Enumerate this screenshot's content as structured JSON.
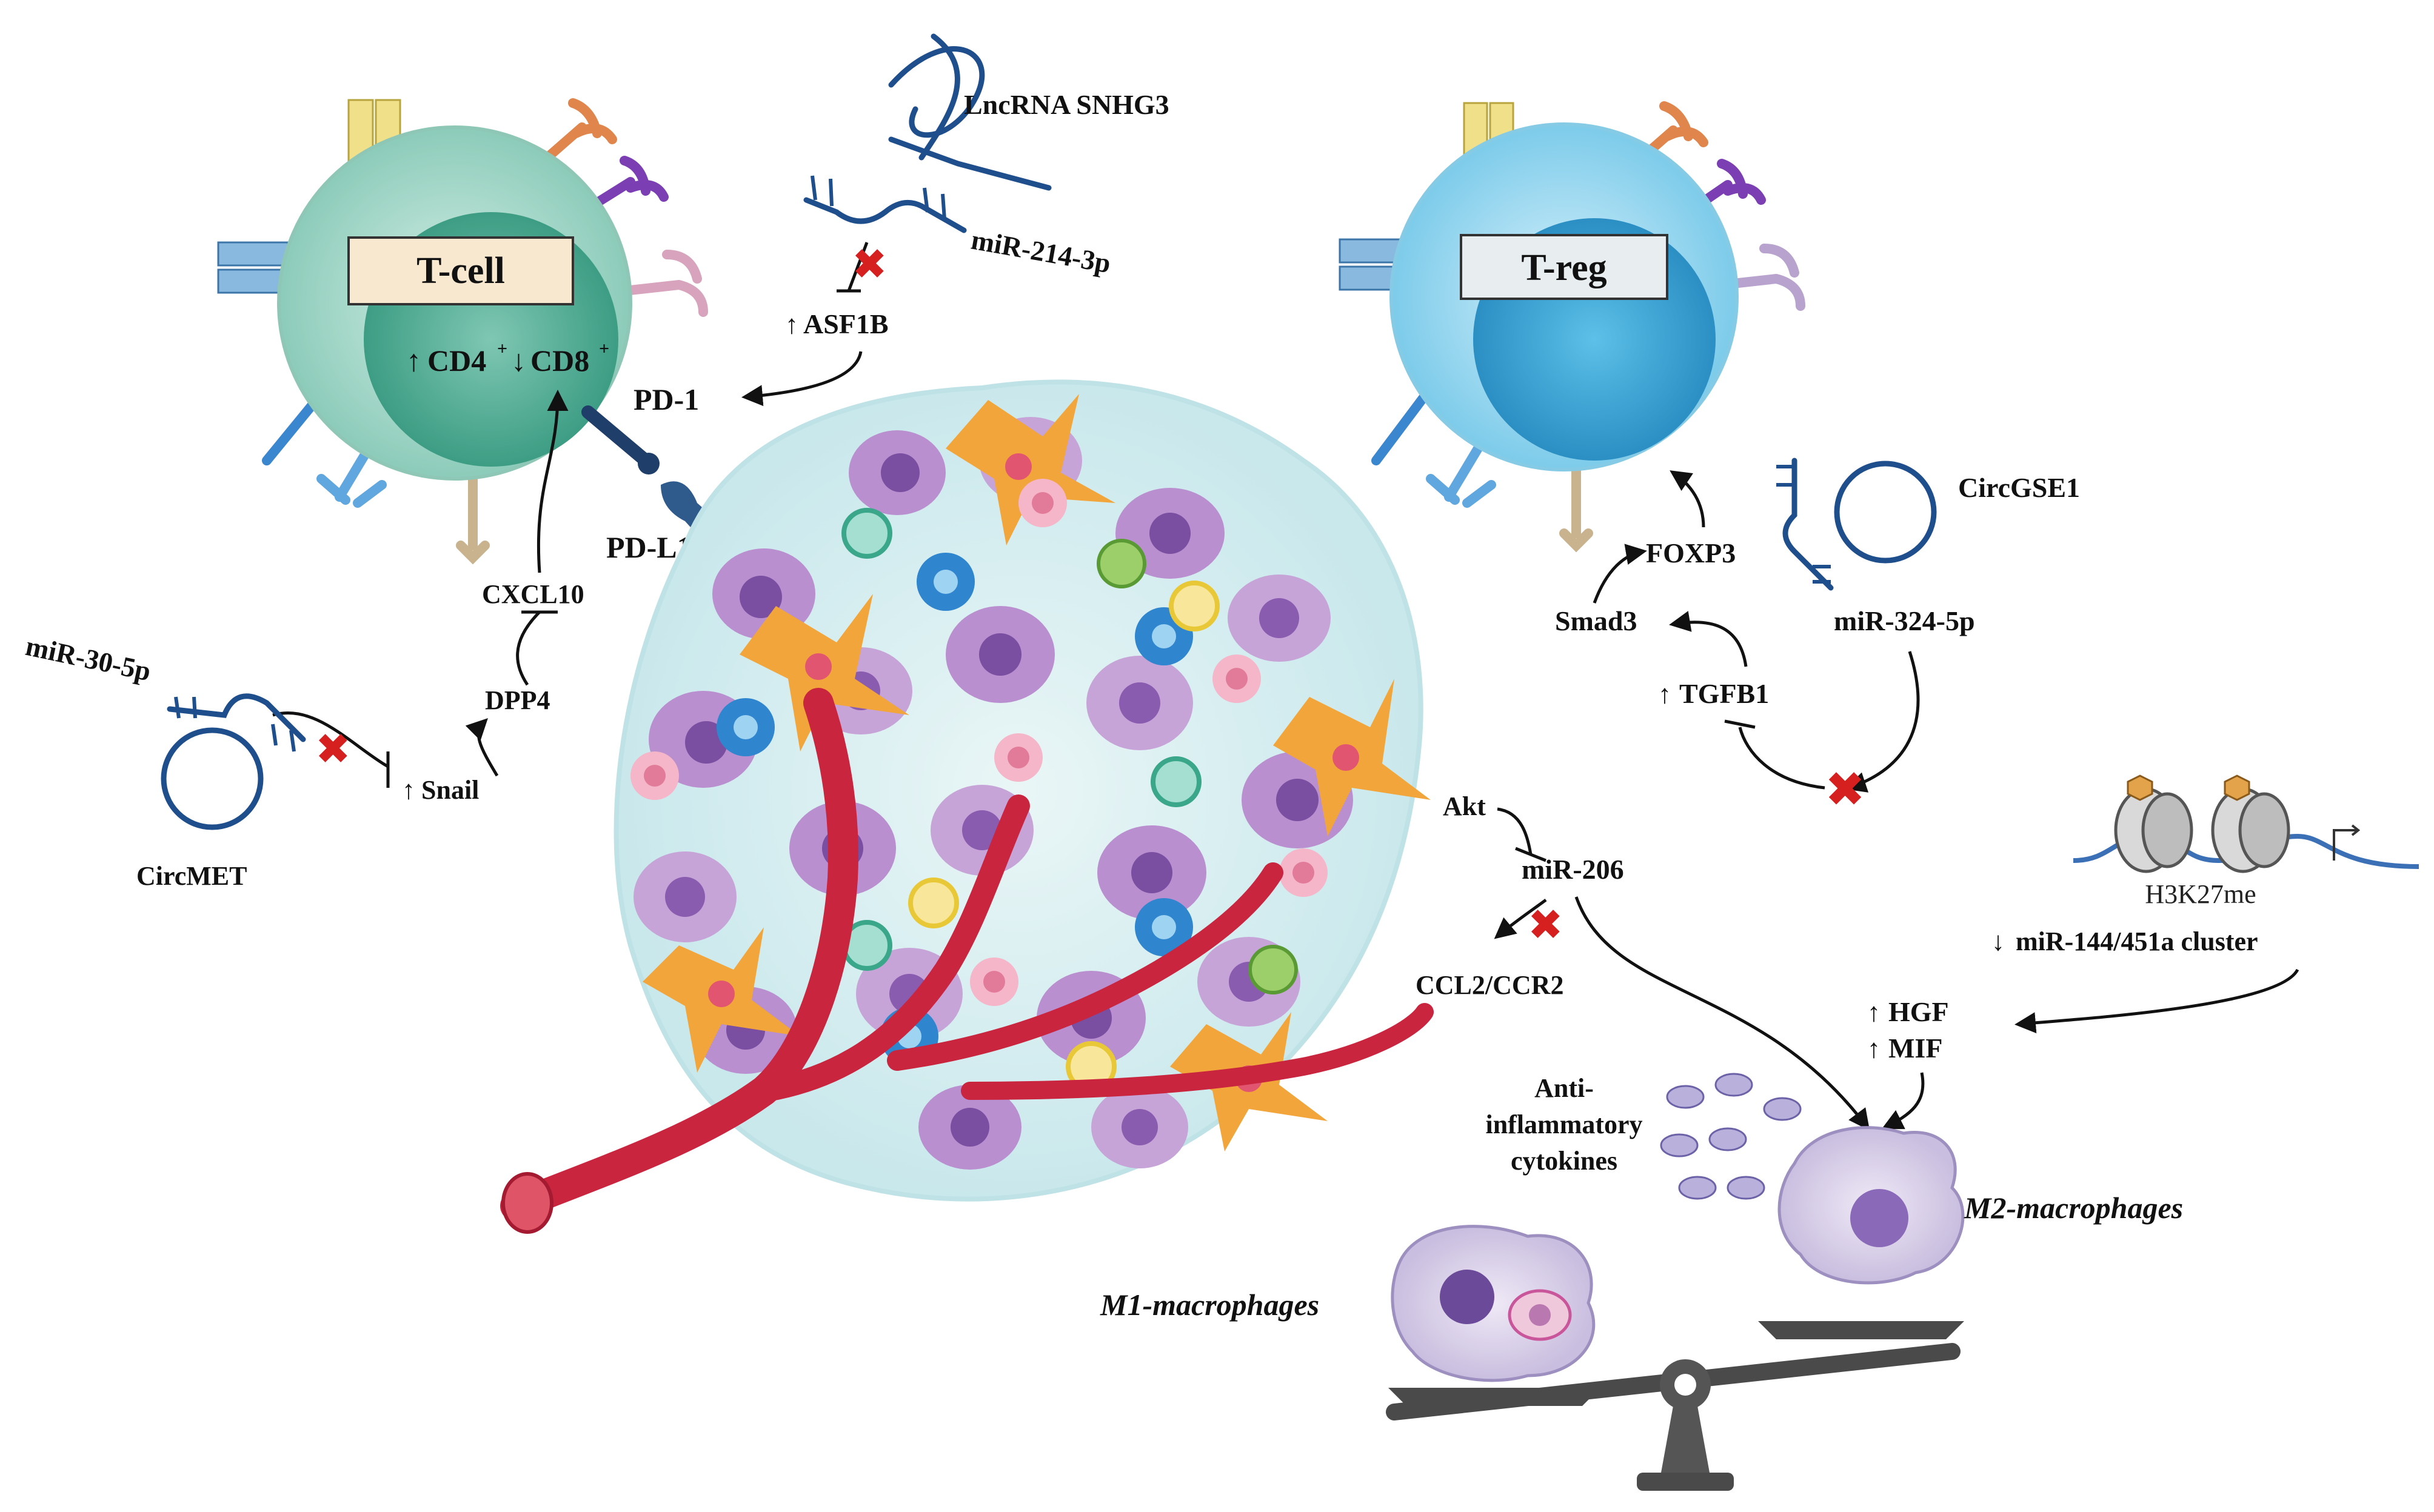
{
  "colors": {
    "tcell_outer": "#a9d8cc",
    "tcell_inner": "#5fb59e",
    "treg_outer": "#a6d8ee",
    "treg_inner": "#43a9d8",
    "rna": "#1f4e8c",
    "vessel": "#c9253f",
    "inhibit_cross": "#d62020",
    "tumor_purple": "#b98fcf",
    "tumor_orange": "#f2a53a"
  },
  "icons": [
    "dna-helix-icon",
    "red-cross-icon",
    "balance-scale-icon",
    "nucleosome-icon",
    "receptor-icon"
  ],
  "tcell": {
    "label": "T-cell",
    "markers_up": "CD4",
    "markers_down": "CD8",
    "plus": "+"
  },
  "treg": {
    "label": "T-reg"
  },
  "labels": {
    "lncrna": "LncRNA SNHG3",
    "mir214": "miR-214-3p",
    "asf1b": "ASF1B",
    "pd1": "PD-1",
    "pdl1": "PD-L1",
    "cxcl10": "CXCL10",
    "dpp4": "DPP4",
    "snail": "Snail",
    "mir30": "miR-30-5p",
    "circmet": "CircMET",
    "circgse1": "CircGSE1",
    "mir324": "miR-324-5p",
    "foxp3": "FOXP3",
    "smad3": "Smad3",
    "tgfb1": "TGFB1",
    "akt": "Akt",
    "mir206": "miR-206",
    "ccl2": "CCL2/CCR2",
    "h3k27me": "H3K27me",
    "mir144": "miR-144/451a cluster",
    "hgf": "HGF",
    "mif": "MIF",
    "anti_line1": "Anti-",
    "anti_line2": "inflammatory",
    "anti_line3": "cytokines",
    "m2": "M2-macrophages",
    "m1": "M1-macrophages"
  }
}
